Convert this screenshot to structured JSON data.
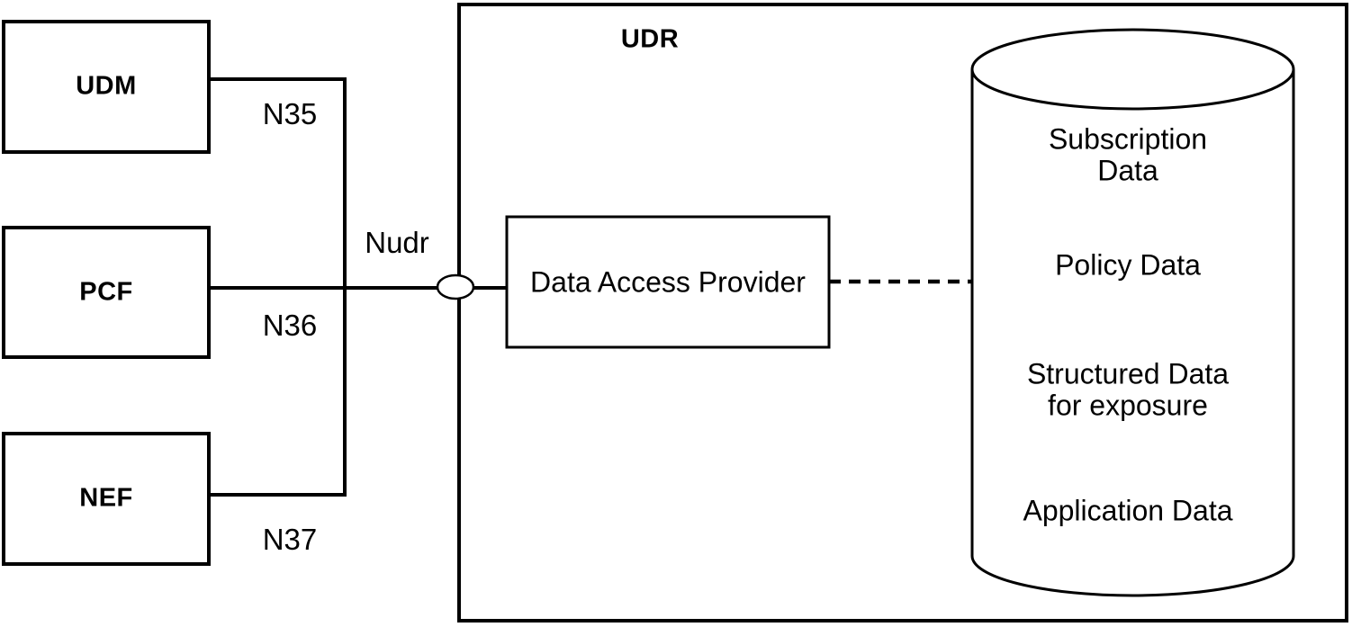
{
  "nodes": {
    "udm": "UDM",
    "pcf": "PCF",
    "nef": "NEF",
    "udr": "UDR",
    "data_access_provider": "Data Access Provider"
  },
  "interfaces": {
    "n35": "N35",
    "n36": "N36",
    "n37": "N37",
    "nudr": "Nudr"
  },
  "datastore": {
    "items": [
      "Subscription Data",
      "Policy Data",
      "Structured Data\nfor exposure",
      "Application Data"
    ]
  },
  "colors": {
    "line": "#000000",
    "background": "#ffffff",
    "text": "#000000"
  }
}
